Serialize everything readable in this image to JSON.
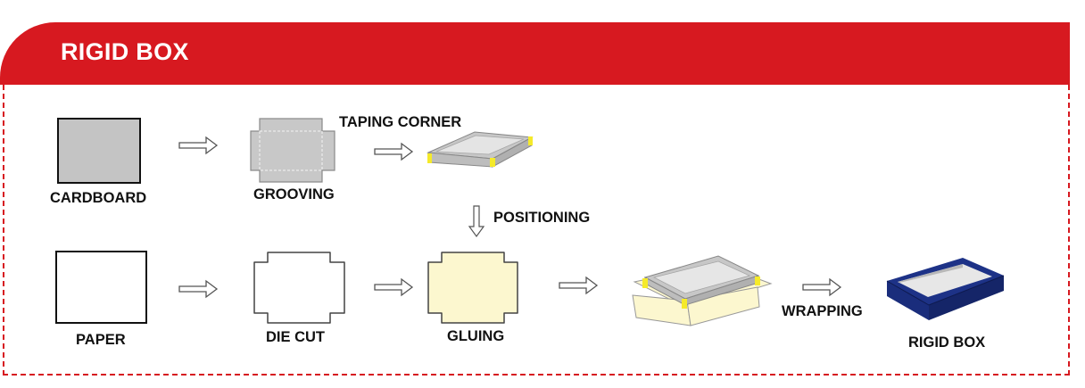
{
  "title": "RIGID BOX",
  "colors": {
    "header": "#d71920",
    "board_gray": "#c4c4c4",
    "paper_yellow": "#fcf7cf",
    "tape_yellow": "#f5ea2a",
    "box_blue": "#1d3287"
  },
  "steps": {
    "cardboard": "CARDBOARD",
    "grooving": "GROOVING",
    "taping_corner": "TAPING CORNER",
    "positioning": "POSITIONING",
    "paper": "PAPER",
    "die_cut": "DIE CUT",
    "gluing": "GLUING",
    "wrapping": "WRAPPING",
    "rigid_box": "RIGID BOX"
  }
}
